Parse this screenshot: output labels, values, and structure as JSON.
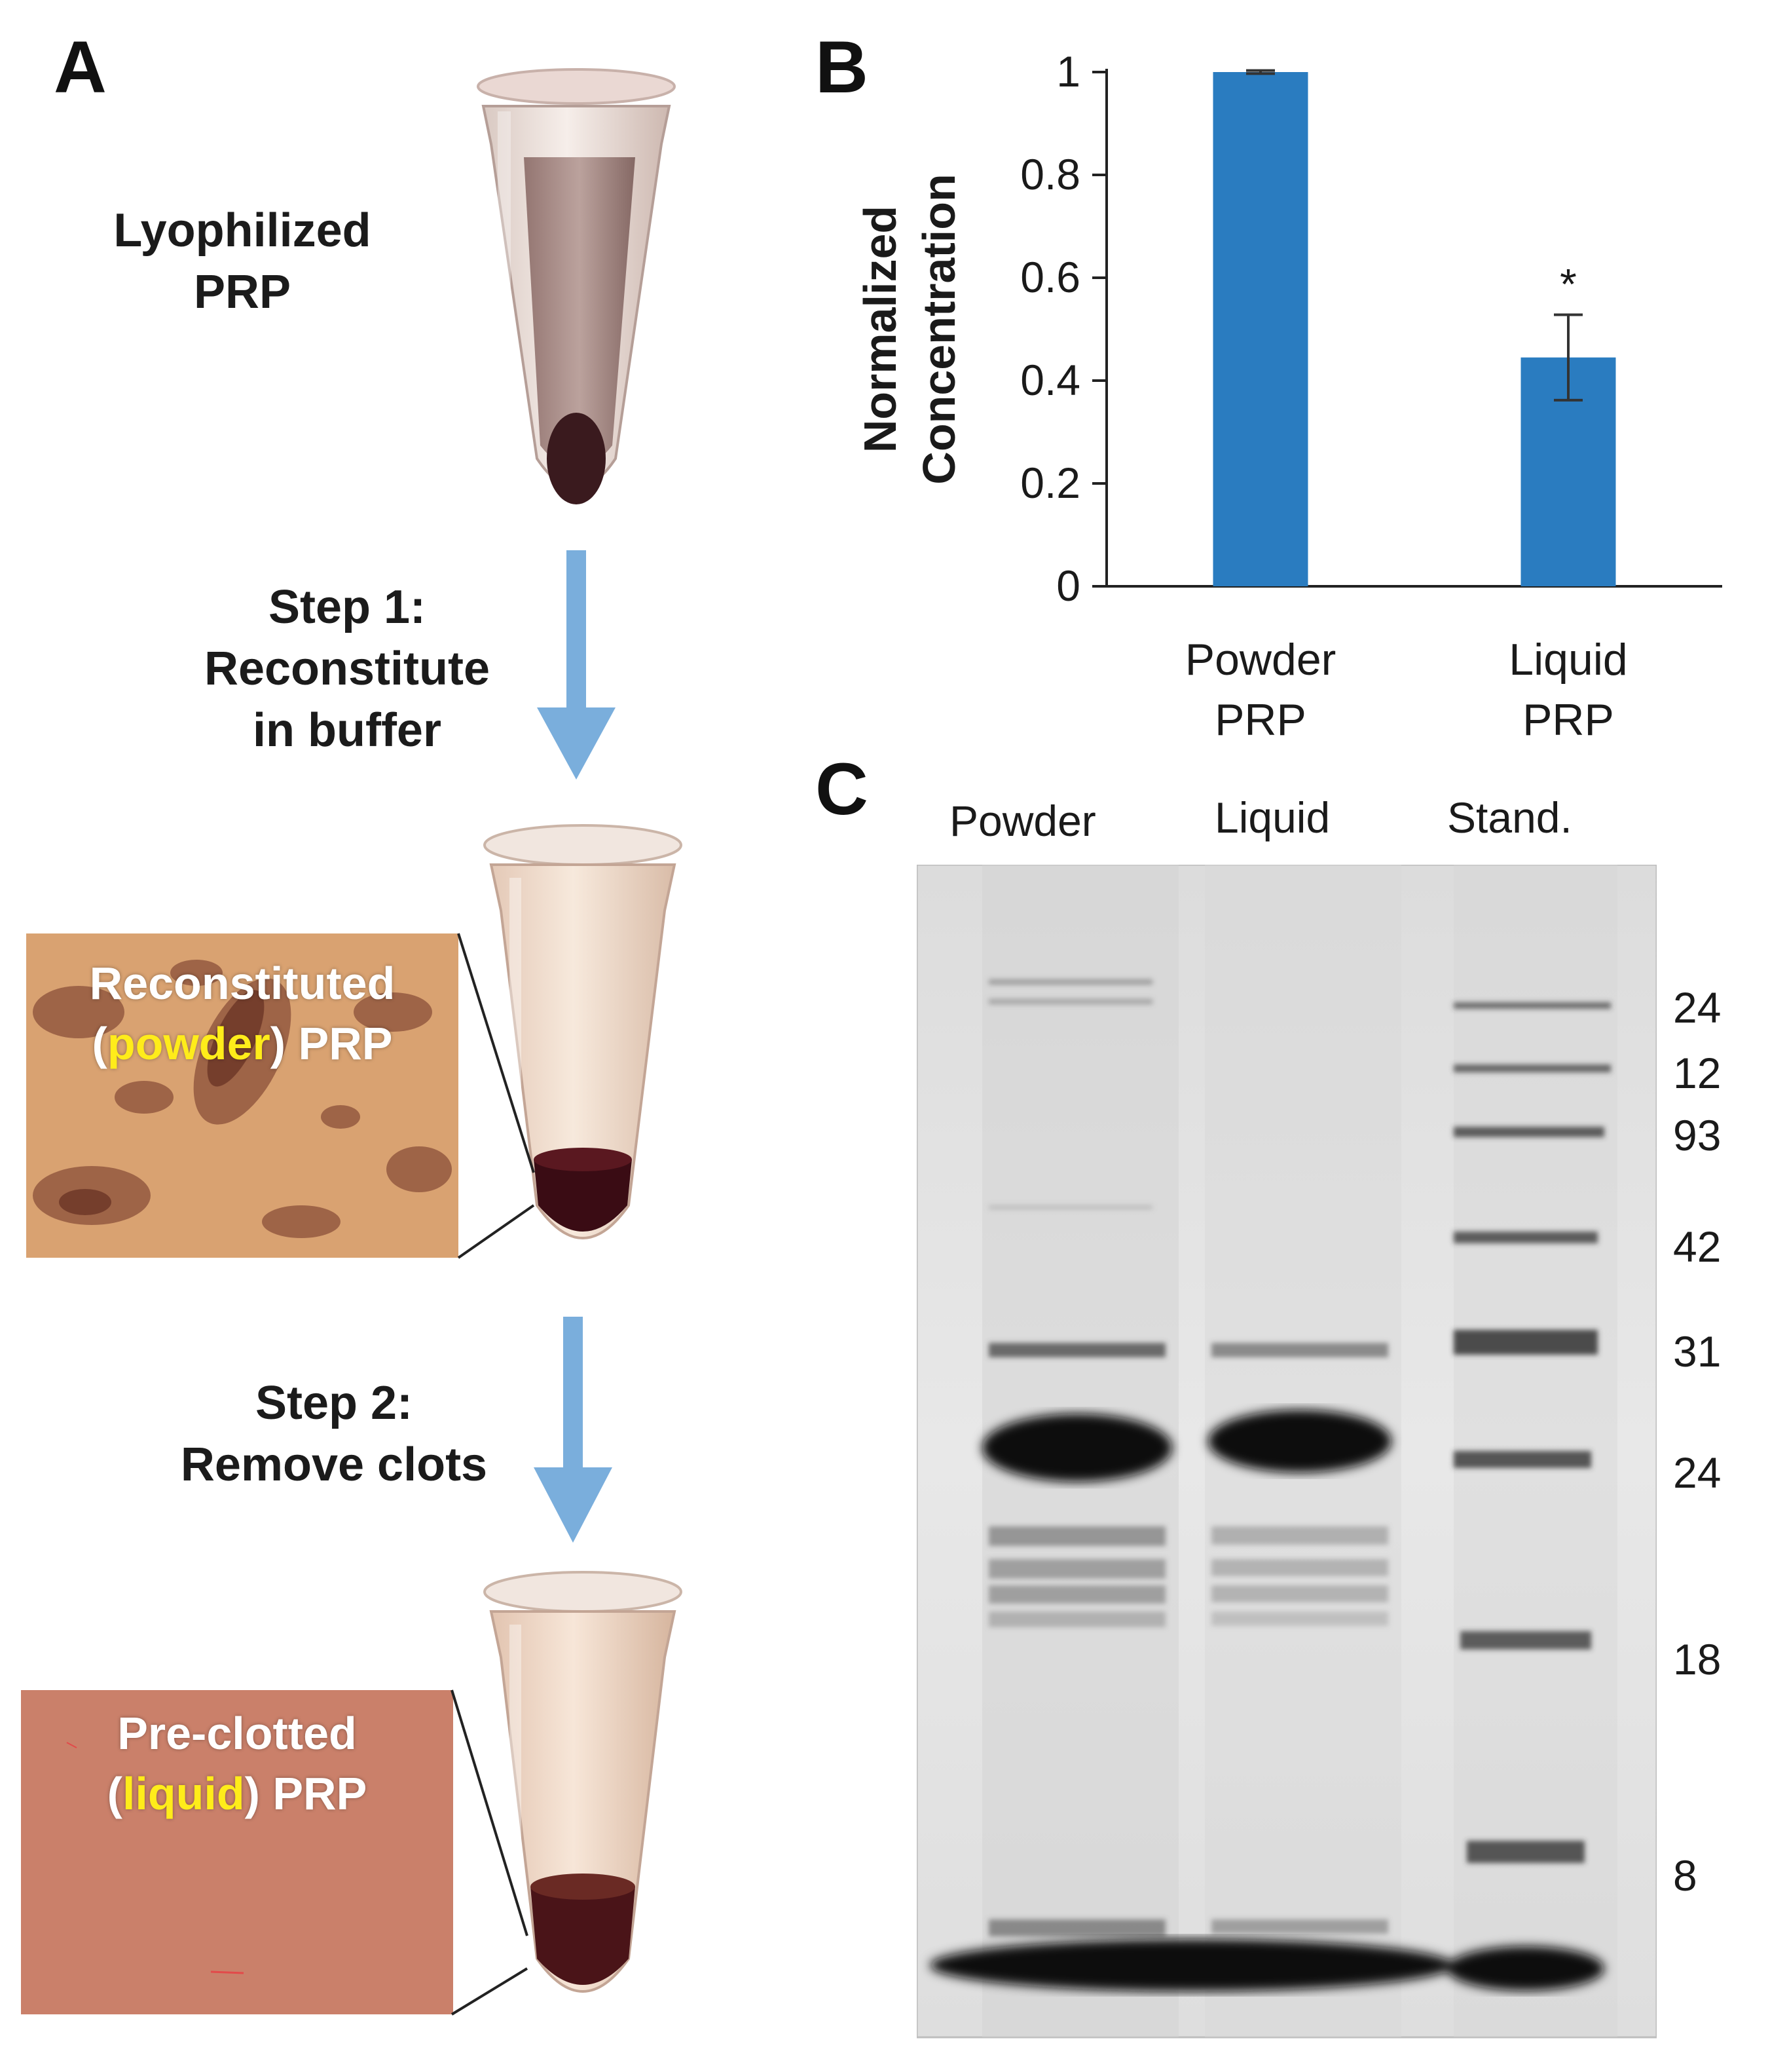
{
  "panels": {
    "a": {
      "letter": "A"
    },
    "b": {
      "letter": "B"
    },
    "c": {
      "letter": "C"
    }
  },
  "workflow": {
    "initial_label_line1": "Lyophilized",
    "initial_label_line2": "PRP",
    "step1_line1": "Step 1:",
    "step1_line2": "Reconstitute",
    "step1_line3": "in buffer",
    "step2_line1": "Step 2:",
    "step2_line2": "Remove clots",
    "inset1_line1": "Reconstituted",
    "inset1_open": "(",
    "inset1_highlight": "powder",
    "inset1_close": ") PRP",
    "inset2_line1": "Pre-clotted",
    "inset2_open": "(",
    "inset2_highlight": "liquid",
    "inset2_close": ") PRP",
    "colors": {
      "arrow": "#7aaedc",
      "highlight": "#ffec1a",
      "inset1_bg": "#d9a271",
      "inset2_bg": "#c67c66"
    }
  },
  "chart_data": {
    "type": "bar",
    "categories": [
      "Powder PRP",
      "Liquid PRP"
    ],
    "category_lines": [
      [
        "Powder",
        "PRP"
      ],
      [
        "Liquid",
        "PRP"
      ]
    ],
    "values": [
      1.0,
      0.445
    ],
    "error": [
      0.003,
      0.083
    ],
    "annotations": [
      "",
      "*"
    ],
    "ylabel_line1": "Normalized",
    "ylabel_line2": "Concentration",
    "ylim": [
      0,
      1
    ],
    "yticks": [
      0,
      0.2,
      0.4,
      0.6,
      0.8,
      1
    ],
    "ytick_labels": [
      "0",
      "0.2",
      "0.4",
      "0.6",
      "0.8",
      "1"
    ],
    "bar_color": "#2a7cc0",
    "grid": false
  },
  "gel": {
    "lanes": [
      "Powder",
      "Liquid",
      "Stand."
    ],
    "markers": [
      "24",
      "12",
      "93",
      "42",
      "31",
      "24",
      "18",
      "8"
    ]
  }
}
